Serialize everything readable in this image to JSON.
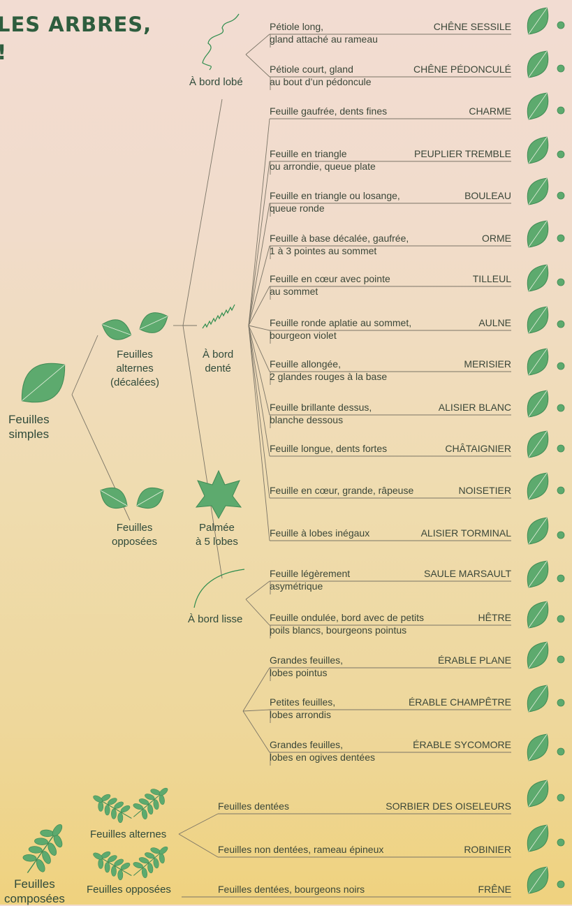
{
  "title": {
    "line1": "LES ARBRES,",
    "line2": "!"
  },
  "categories": {
    "simple": {
      "line1": "Feuilles",
      "line2": "simples"
    },
    "compound": {
      "line1": "Feuilles",
      "line2": "composées"
    },
    "alternate": {
      "line1": "Feuilles",
      "line2": "alternes",
      "line3": "(décalées)"
    },
    "opposite": {
      "line1": "Feuilles",
      "line2": "opposées"
    },
    "lobed": "À bord lobé",
    "toothed": {
      "line1": "À bord",
      "line2": "denté"
    },
    "smooth": "À bord lisse",
    "palmate": {
      "line1": "Palmée",
      "line2": "à 5 lobes"
    },
    "compound_alternate": "Feuilles alternes",
    "compound_opposite": "Feuilles opposées"
  },
  "trees": [
    {
      "d1": "Pétiole long,",
      "d2": "gland attaché au rameau",
      "species": "CHÊNE SESSILE"
    },
    {
      "d1": "Pétiole court, gland",
      "d2": "au bout d’un pédoncule",
      "species": "CHÊNE PÉDONCULÉ"
    },
    {
      "d1": "Feuille gaufrée, dents fines",
      "d2": "",
      "species": "CHARME"
    },
    {
      "d1": "Feuille en triangle",
      "d2": "ou arrondie, queue plate",
      "species": "PEUPLIER TREMBLE"
    },
    {
      "d1": "Feuille en triangle ou losange,",
      "d2": "queue ronde",
      "species": "BOULEAU"
    },
    {
      "d1": "Feuille à base décalée, gaufrée,",
      "d2": "1 à 3 pointes au sommet",
      "species": "ORME"
    },
    {
      "d1": "Feuille en cœur avec pointe",
      "d2": "au sommet",
      "species": "TILLEUL"
    },
    {
      "d1": "Feuille ronde aplatie au sommet,",
      "d2": "bourgeon violet",
      "species": "AULNE"
    },
    {
      "d1": "Feuille allongée,",
      "d2": "2 glandes rouges à la base",
      "species": "MERISIER"
    },
    {
      "d1": "Feuille brillante dessus,",
      "d2": "blanche dessous",
      "species": "ALISIER BLANC"
    },
    {
      "d1": "Feuille longue, dents fortes",
      "d2": "",
      "species": "CHÂTAIGNIER"
    },
    {
      "d1": "Feuille en cœur, grande, râpeuse",
      "d2": "",
      "species": "NOISETIER"
    },
    {
      "d1": "Feuille à lobes inégaux",
      "d2": "",
      "species": "ALISIER TORMINAL"
    },
    {
      "d1": "Feuille légèrement",
      "d2": "asymétrique",
      "species": "SAULE MARSAULT"
    },
    {
      "d1": "Feuille ondulée, bord avec de petits",
      "d2": "poils blancs, bourgeons pointus",
      "species": "HÊTRE"
    },
    {
      "d1": "Grandes feuilles,",
      "d2": "lobes pointus",
      "species": "ÉRABLE PLANE"
    },
    {
      "d1": "Petites feuilles,",
      "d2": "lobes arrondis",
      "species": "ÉRABLE CHAMPÊTRE"
    },
    {
      "d1": "Grandes feuilles,",
      "d2": "lobes en ogives dentées",
      "species": "ÉRABLE SYCOMORE"
    }
  ],
  "compound_trees": [
    {
      "d1": "Feuilles dentées",
      "species": "SORBIER DES OISELEURS"
    },
    {
      "d1": "Feuilles non dentées, rameau épineux",
      "species": "ROBINIER"
    },
    {
      "d1": "Feuilles dentées, bourgeons noirs",
      "species": "FRÊNE"
    }
  ],
  "colors": {
    "leaf": "#5daa6e",
    "leaf_dark": "#3f8a54",
    "line": "#7a7466",
    "title": "#2e5d3e"
  }
}
